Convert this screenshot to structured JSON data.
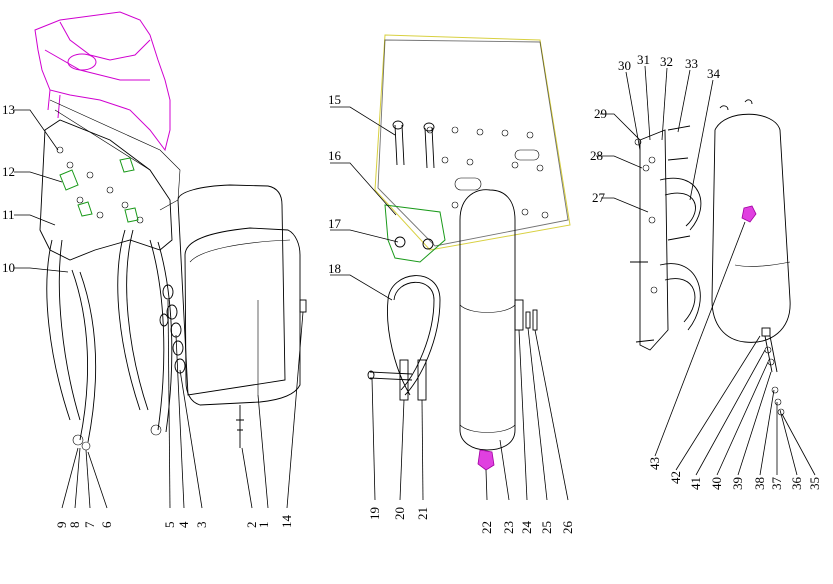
{
  "labels": [
    "1",
    "2",
    "3",
    "4",
    "5",
    "6",
    "7",
    "8",
    "9",
    "10",
    "11",
    "12",
    "13",
    "14",
    "15",
    "16",
    "17",
    "18",
    "19",
    "20",
    "21",
    "22",
    "23",
    "24",
    "25",
    "26",
    "27",
    "28",
    "29",
    "30",
    "31",
    "32",
    "33",
    "34",
    "35",
    "36",
    "37",
    "38",
    "39",
    "40",
    "41",
    "42",
    "43"
  ],
  "colors": {
    "engine_outline": "#d000d0",
    "bracket_outline": "#1a9a1a",
    "frame_outline": "#d8d040",
    "highlight_part": "#e040e0",
    "line": "#000000"
  }
}
